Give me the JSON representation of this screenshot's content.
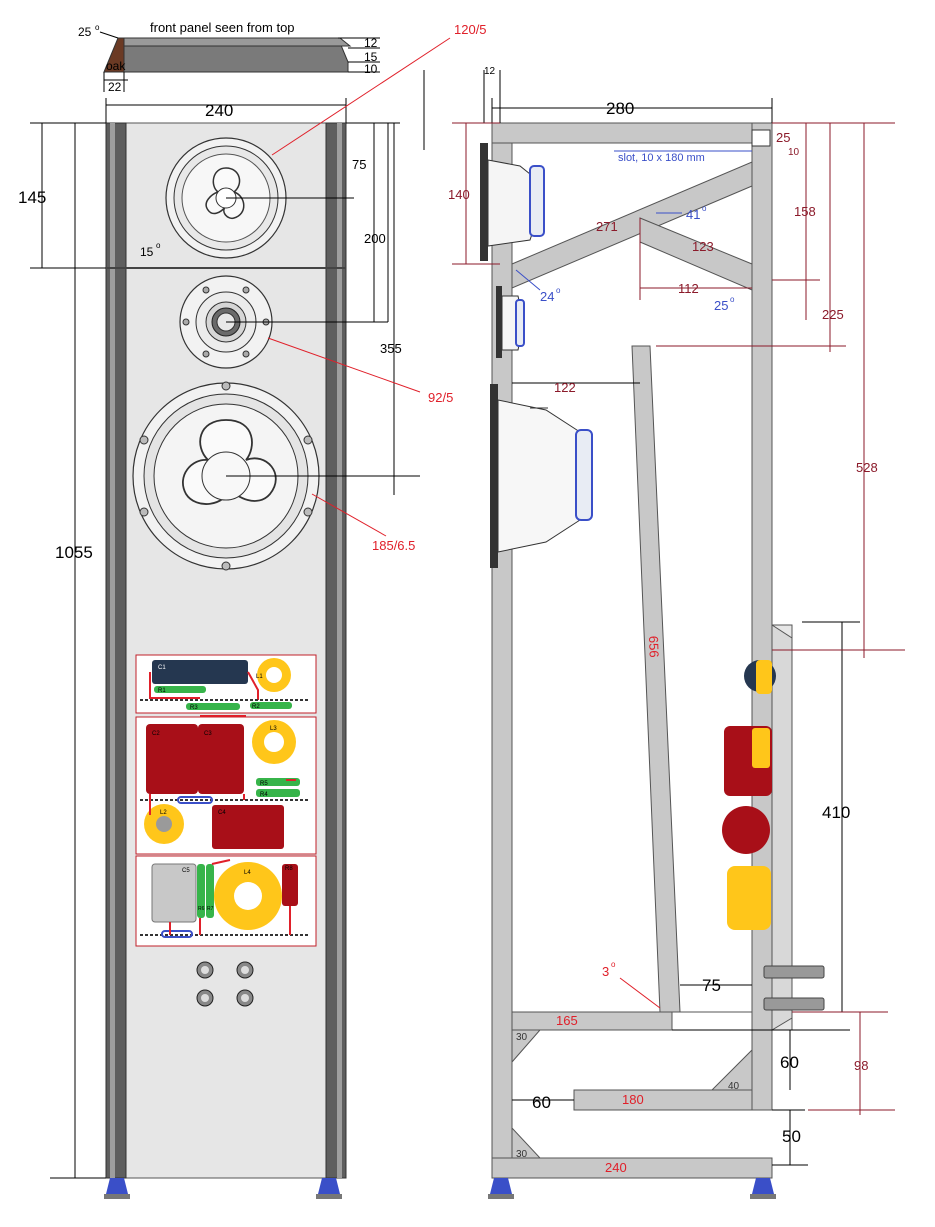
{
  "top_view": {
    "title": "front panel seen from top",
    "angle": "25",
    "material": "oak",
    "width": "22",
    "dims": [
      "12",
      "15",
      "10"
    ]
  },
  "front_view": {
    "width": "240",
    "height_total": "1055",
    "tweeter_offset": "145",
    "bevel_angle": "15",
    "tweeter_from_top": "75",
    "mid_from_top": "200",
    "woofer_from_top": "355",
    "driver_labels": {
      "tweeter": "120/5",
      "mid": "92/5",
      "woofer": "185/6.5"
    },
    "crossover": {
      "board1_labels": [
        "C1",
        "L1",
        "R1",
        "R2",
        "R3"
      ],
      "board2_labels": [
        "C2",
        "C3",
        "L3",
        "R5",
        "R4",
        "L2",
        "C4"
      ],
      "board3_labels": [
        "C5",
        "R6",
        "R7",
        "L4",
        "R8"
      ]
    }
  },
  "side_view": {
    "depth": "280",
    "front_thickness": "12",
    "slot_label": "slot, 10 x 180 mm",
    "dims_black": [
      "75",
      "410",
      "60",
      "50",
      "60"
    ],
    "dims_maroon": [
      "140",
      "271",
      "123",
      "112",
      "122",
      "25",
      "10",
      "158",
      "225",
      "528",
      "98",
      "30",
      "30"
    ],
    "dims_red": [
      "656",
      "165",
      "180",
      "240",
      "3"
    ],
    "dims_angle_blue": [
      "41",
      "24",
      "25"
    ],
    "corner_40": "40"
  },
  "colors": {
    "dim_black": "#000000",
    "dim_red": "#e0202a",
    "dim_maroon": "#8b1a2a",
    "dim_blue": "#3a4fc8",
    "panel_grey": "#c8c8c8",
    "capacitor_red": "#a80f18",
    "capacitor_navy": "#253750",
    "inductor_yellow": "#ffc61a",
    "resistor_green": "#37b44a",
    "oak_brown": "#6b3a24"
  }
}
